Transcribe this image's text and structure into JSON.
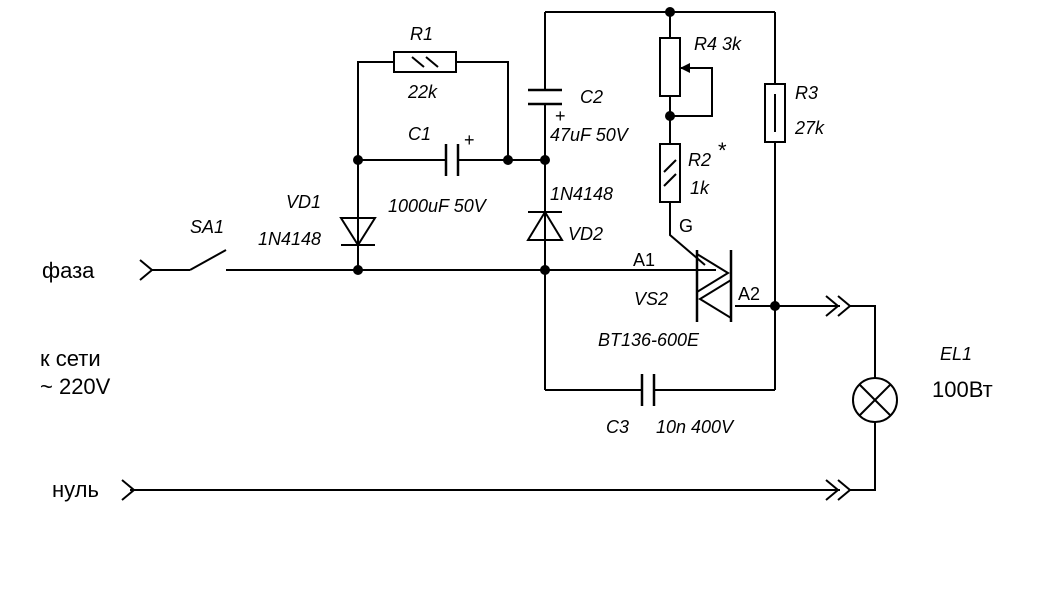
{
  "colors": {
    "phase": "#e8000b",
    "neutral": "#1010d0",
    "wire": "#000000"
  },
  "mains": {
    "phase_label": "фаза",
    "neutral_label": "нуль",
    "network_line1": "к сети",
    "network_line2": "~ 220V"
  },
  "components": {
    "sa1": {
      "ref": "SA1"
    },
    "r1": {
      "ref": "R1",
      "value": "22k"
    },
    "c1": {
      "ref": "C1",
      "value": "1000uF 50V",
      "plus": "+"
    },
    "c2": {
      "ref": "C2",
      "value": "47uF 50V",
      "plus": "+"
    },
    "vd1": {
      "ref": "VD1",
      "value": "1N4148"
    },
    "vd2": {
      "ref": "VD2",
      "value": "1N4148"
    },
    "r4": {
      "ref": "R4",
      "value": "3k"
    },
    "r2": {
      "ref": "R2",
      "value": "1k",
      "mark": "*"
    },
    "r3": {
      "ref": "R3",
      "value": "27k"
    },
    "vs2": {
      "ref": "VS2",
      "value": "BT136-600E",
      "pin_g": "G",
      "pin_a1": "A1",
      "pin_a2": "A2"
    },
    "c3": {
      "ref": "C3",
      "value": "10n 400V"
    },
    "el1": {
      "ref": "EL1",
      "value": "100Вт"
    }
  }
}
